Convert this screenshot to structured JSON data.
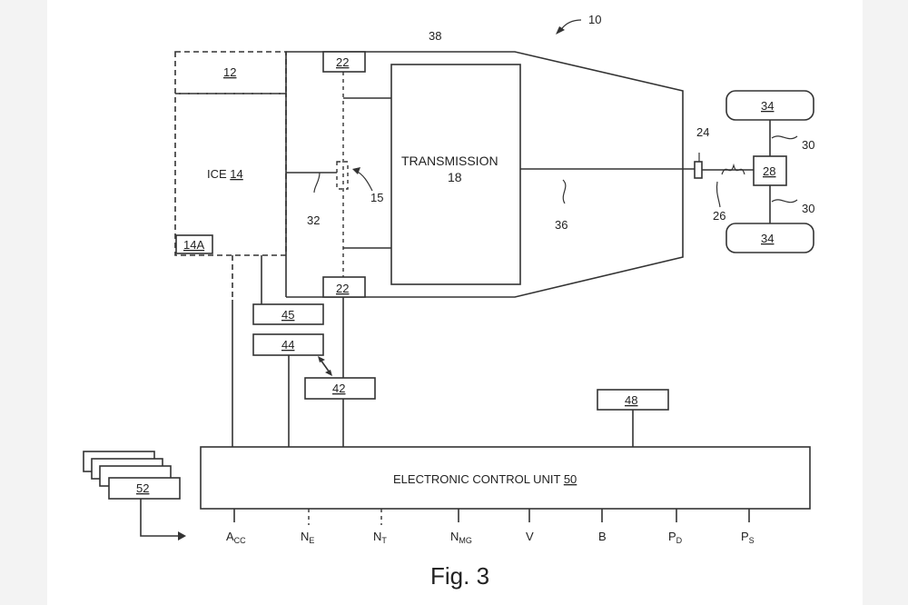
{
  "figure_label": "Fig. 3",
  "ref_main": "10",
  "housing_ref": "38",
  "box_12": "12",
  "ice_label": "ICE",
  "ice_ref": "14",
  "box_14a": "14A",
  "box_22_top": "22",
  "box_22_bottom": "22",
  "clutch_ref": "15",
  "shaft_ref_32": "32",
  "transmission_label": "TRANSMISSION",
  "transmission_ref": "18",
  "shaft_ref_36": "36",
  "diff_shaft_ref": "24",
  "spring_ref": "26",
  "diff_ref": "28",
  "axle_ref_top": "30",
  "axle_ref_bottom": "30",
  "wheel_top": "34",
  "wheel_bottom": "34",
  "box_45": "45",
  "box_44": "44",
  "box_42": "42",
  "box_48": "48",
  "box_52": "52",
  "ecu_label": "ELECTRONIC CONTROL UNIT",
  "ecu_ref": "50",
  "signals": [
    {
      "main": "A",
      "sub": "CC"
    },
    {
      "main": "N",
      "sub": "E"
    },
    {
      "main": "N",
      "sub": "T"
    },
    {
      "main": "N",
      "sub": "MG"
    },
    {
      "main": "V",
      "sub": ""
    },
    {
      "main": "B",
      "sub": ""
    },
    {
      "main": "P",
      "sub": "D"
    },
    {
      "main": "P",
      "sub": "S"
    }
  ]
}
